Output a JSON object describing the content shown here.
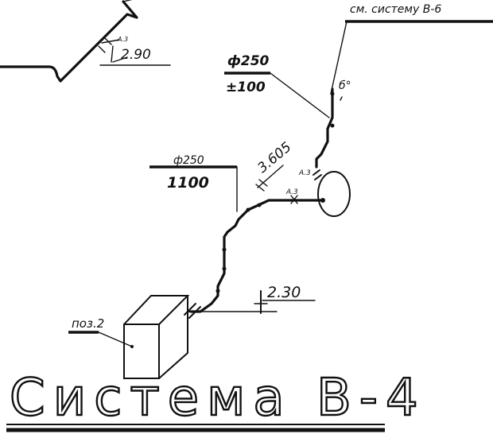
{
  "drawing": {
    "title": "Система В-4",
    "ref_system": "см. систему В-6",
    "pos_label": "поз.2",
    "diam_top": "ф250",
    "elev_top": "±100",
    "diam_mid": "ф250",
    "elev_mid": "1100",
    "slope_top": "2.90",
    "slope_mid": "3.605",
    "slope_bottom": "2.30",
    "mark_a3_top": "А.3",
    "mark_a3_mid": "А.3",
    "mark_a3_right": "А.3",
    "mark_b": "б°"
  }
}
